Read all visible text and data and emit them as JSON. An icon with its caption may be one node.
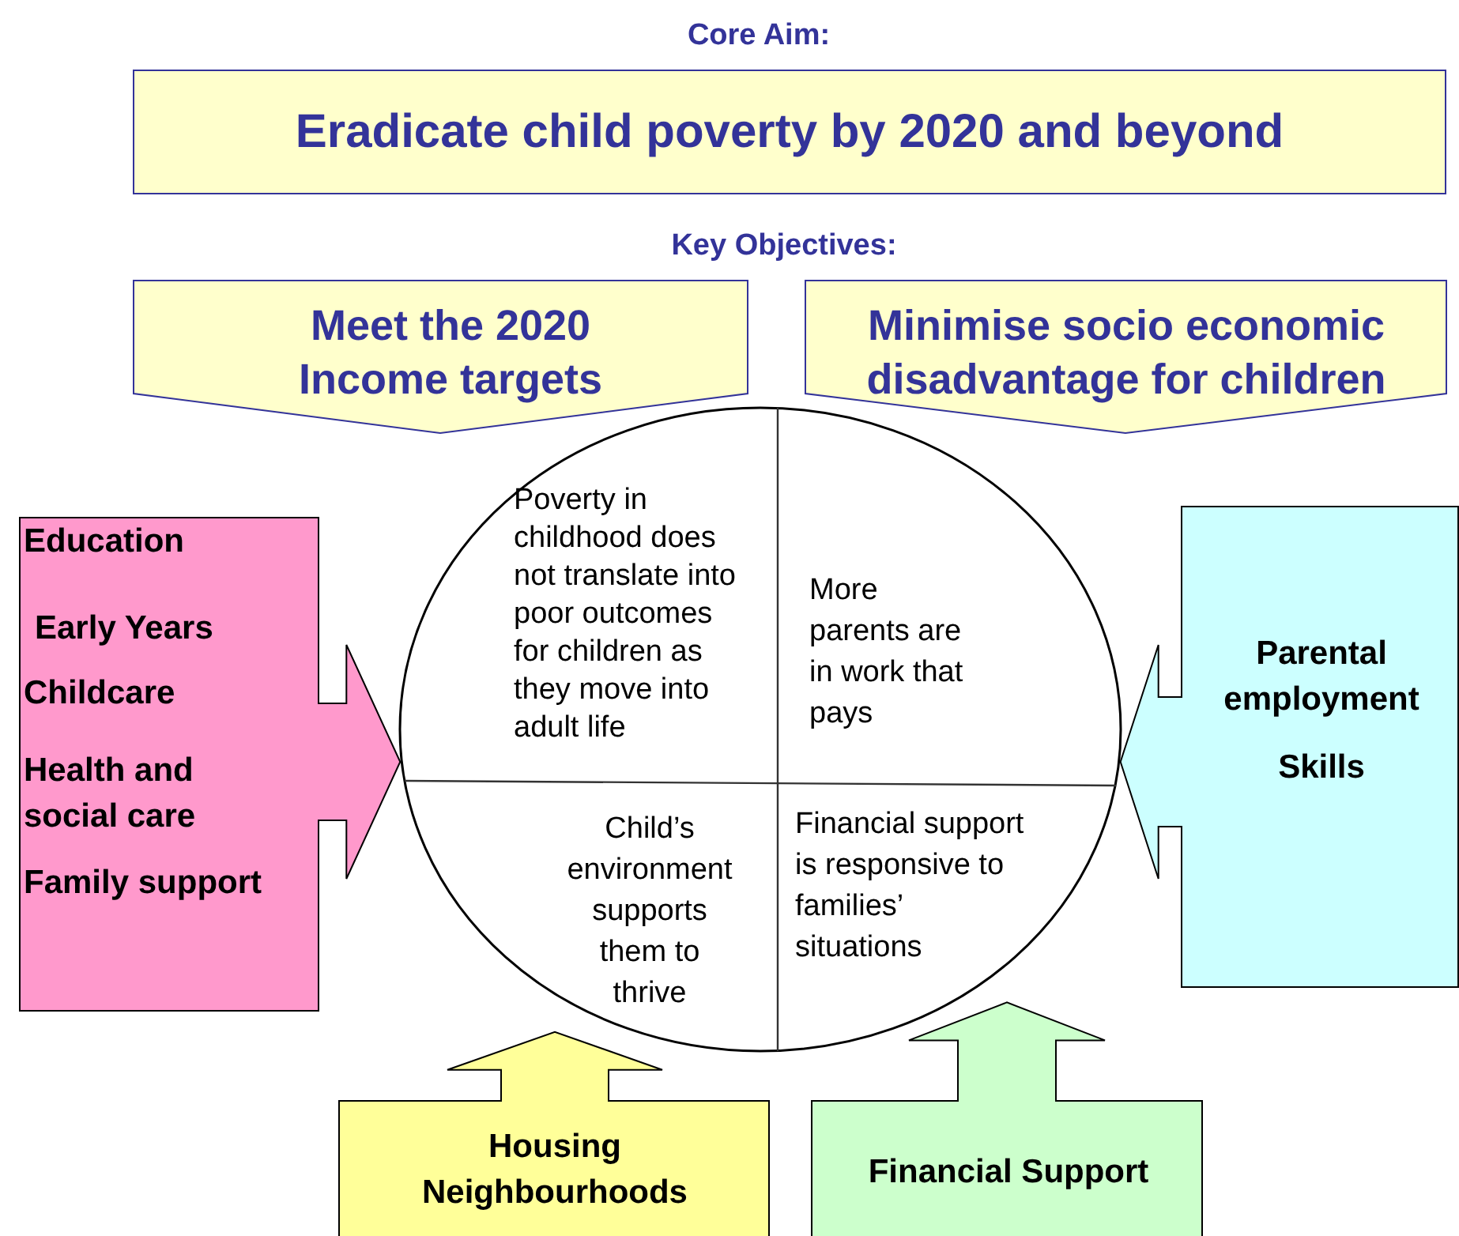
{
  "diagram": {
    "nodes": [
      {
        "text": [
          "Core Aim:",
          "Eradicate child poverty by 2020 and beyond"
        ]
      },
      {
        "text": [
          "Meet the 2020 Income targets"
        ]
      },
      {
        "text": [
          "Minimise socio economic disadvantage for children"
        ]
      },
      {
        "text": [],
        "shape": "circle"
      },
      {
        "text": [
          "Poverty in childhood does not translate into poor outcomes for children as they move into adult life"
        ],
        "in": 3
      },
      {
        "text": [
          "More parents are in work that pays"
        ],
        "in": 3
      },
      {
        "text": [
          "Child’s environment supports them to thrive"
        ],
        "in": 3
      },
      {
        "text": [
          "Financial support is responsive to families’ situations"
        ],
        "in": 3
      },
      {
        "text": [
          "Education",
          "Early Years",
          "Childcare",
          "Health and social care",
          "Family support"
        ]
      },
      {
        "text": [
          "Parental employment",
          "Skills"
        ]
      },
      {
        "text": [
          "Housing Neighbourhoods"
        ]
      },
      {
        "text": [
          "Financial Support"
        ]
      }
    ],
    "edges": [
      {
        "from": 8,
        "to": 3,
        "arrow": "to",
        "color": "#ff99cc"
      },
      {
        "from": 9,
        "to": 3,
        "arrow": "to",
        "color": "#ccffff"
      },
      {
        "from": 10,
        "to": 3,
        "arrow": "to",
        "color": "#ffff99"
      },
      {
        "from": 11,
        "to": 3,
        "arrow": "to",
        "color": "#ccffcc"
      }
    ],
    "labels": [
      "Key Objectives:"
    ]
  }
}
